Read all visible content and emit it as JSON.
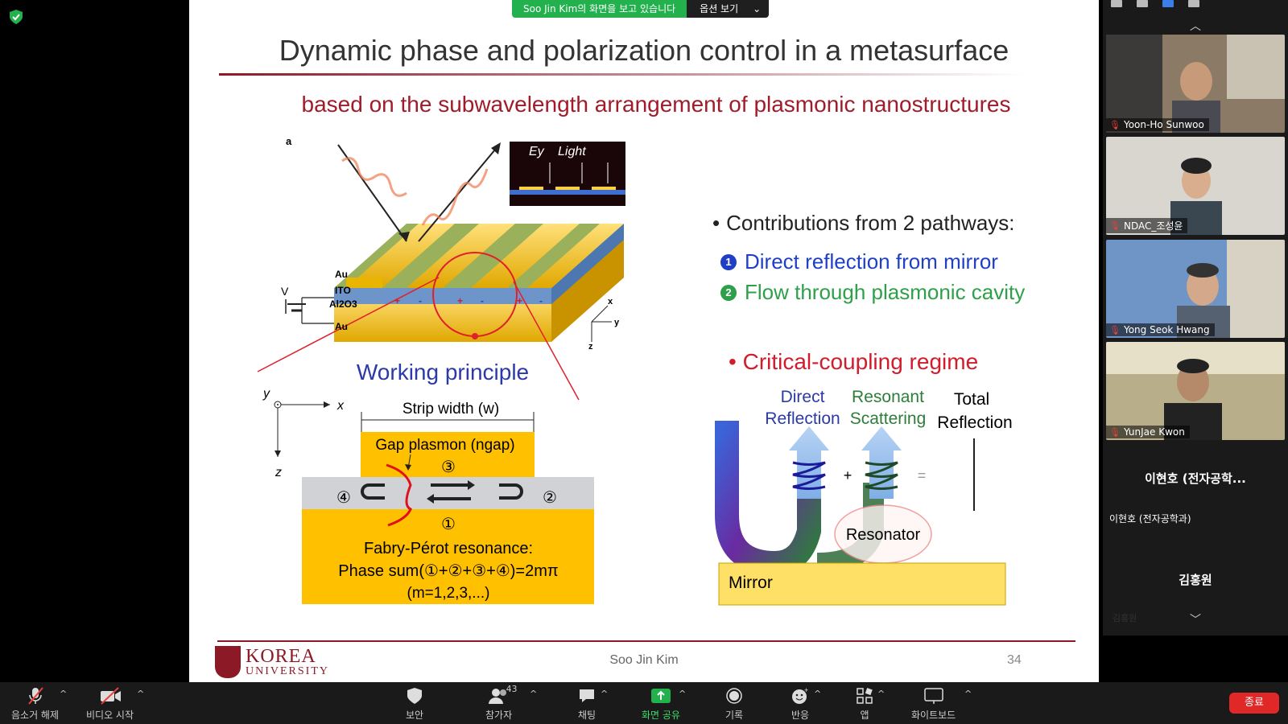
{
  "share_banner": {
    "message": "Soo Jin Kim의 화면을 보고 있습니다",
    "options_label": "옵션 보기",
    "options_caret": "⌄"
  },
  "slide": {
    "title": "Dynamic phase and polarization control in a metasurface",
    "subtitle": "based on the subwavelength arrangement of plasmonic nanostructures",
    "panel_label": "a",
    "layers": [
      "Au",
      "ITO",
      "Al2O3",
      "Au"
    ],
    "voltage_label": "V",
    "inset_label": "Light",
    "inset_field": "Ey",
    "axes_3d": [
      "x",
      "y",
      "z"
    ],
    "working_principle": "Working principle",
    "cross_axes": [
      "y",
      "x",
      "z"
    ],
    "strip_width": "Strip width (w)",
    "gap_plasmon": "Gap plasmon (ngap)",
    "circled": [
      "③",
      "④",
      "②",
      "①"
    ],
    "fabry_perot": "Fabry-Pérot resonance:",
    "phase_sum": "Phase sum(①+②+③+④)=2mπ",
    "m_values": "(m=1,2,3,...)",
    "bullet_main": "Contributions from 2 pathways:",
    "bullet_1_num": "1",
    "bullet_1": "Direct reflection from mirror",
    "bullet_2_num": "2",
    "bullet_2": "Flow through plasmonic cavity",
    "critical": "Critical-coupling regime",
    "direct_reflection": [
      "Direct",
      "Reflection"
    ],
    "resonant_scattering": [
      "Resonant",
      "Scattering"
    ],
    "total_reflection": [
      "Total",
      "Reflection"
    ],
    "plus": "+",
    "equals": "=",
    "resonator": "Resonator",
    "mirror": "Mirror",
    "logo_line1": "KOREA",
    "logo_line2": "UNIVERSITY",
    "presenter": "Soo Jin Kim",
    "page_number": "34"
  },
  "gallery": {
    "participants": [
      {
        "name": "Yoon-Ho Sunwoo"
      },
      {
        "name": "NDAC_조성윤"
      },
      {
        "name": "Yong Seok Hwang"
      },
      {
        "name": "YunJae Kwon"
      }
    ],
    "name_tile_1": {
      "big": "이현호 (전자공학...",
      "small": "이현호 (전자공학과)"
    },
    "name_tile_2": {
      "big": "김홍원",
      "faint": "김홍원"
    }
  },
  "toolbar": {
    "unmute": "음소거 해제",
    "start_video": "비디오 시작",
    "security": "보안",
    "participants": "참가자",
    "participant_count": "43",
    "chat": "채팅",
    "share_screen": "화면 공유",
    "record": "기록",
    "reactions": "반응",
    "apps": "앱",
    "whiteboard": "화이트보드",
    "end": "종료"
  },
  "colors": {
    "share_green": "#23b14d",
    "end_red": "#e02828",
    "slide_red": "#a01c2a",
    "blue": "#1f3fc4",
    "green": "#2ea04a"
  }
}
